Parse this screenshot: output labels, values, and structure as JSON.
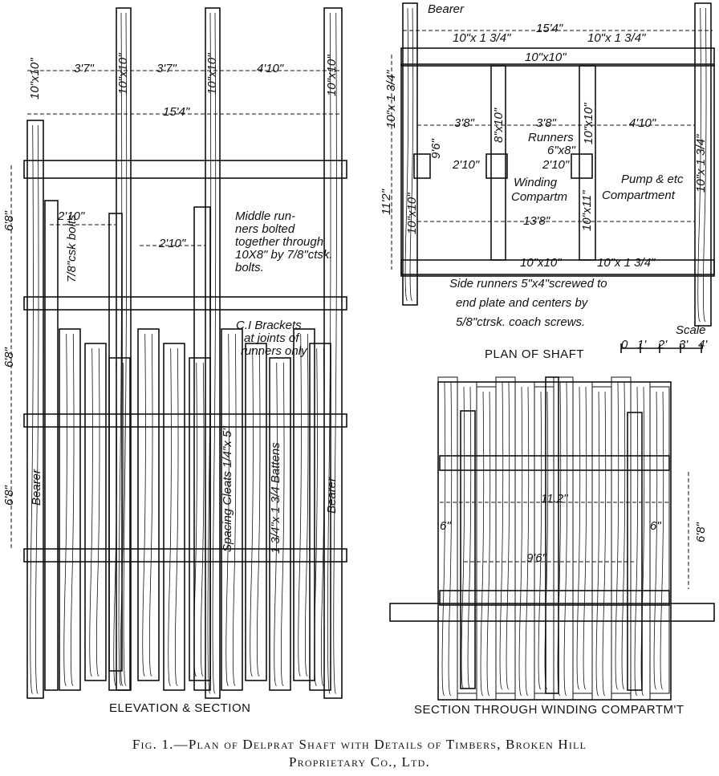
{
  "elevation": {
    "caption": "ELEVATION & SECTION",
    "top_spacings": [
      "3'7\"",
      "3'7\"",
      "4'10\""
    ],
    "post_size": "10\"x10\"",
    "overall_width": "15'4\"",
    "set_spacings": [
      "6'8\"",
      "6'8\"",
      "6'8\""
    ],
    "runner_spacings": [
      "2'10\"",
      "2'10\""
    ],
    "bolts_note": "7/8\"csk bolts",
    "middle_runners_note": [
      "Middle run-",
      "ners bolted",
      "together through",
      "10X8\" by 7/8\"ctsk.",
      "bolts."
    ],
    "brackets_note": [
      "C.I Brackets",
      "at joints of",
      "runners only"
    ],
    "bearer": "Bearer",
    "spacing_cleats": "Spacing Cleats 1/4\"x 5\"",
    "battens": "1 3/4\"x 1 3/4 Battens"
  },
  "plan": {
    "caption": "PLAN OF SHAFT",
    "bearer": "Bearer",
    "overall_width": "15'4\"",
    "top_sizes": [
      "10\"x 1 3/4\"",
      "10\"x 1 3/4\"",
      "10\"x10\""
    ],
    "bottom_sizes": [
      "10\"x10\"",
      "10\"x 1 3/4\""
    ],
    "compartment_widths": [
      "3'8\"",
      "3'8\"",
      "4'10\""
    ],
    "runner_sizes": [
      "8\"x10\"",
      "10\"x10\""
    ],
    "runners_label": "Runners",
    "runner_detail": "6\"x8\"",
    "runner_gaps": [
      "2'10\"",
      "2'10\""
    ],
    "depth": "9'6\"",
    "overall_depth": "11'2\"",
    "inner_width": "13'8\"",
    "end_plate_sizes": [
      "10\"x 1 3/4\"",
      "10\"x10\"",
      "10\"x11\"",
      "10\"x 1 3/4\""
    ],
    "winding": [
      "Winding",
      "Compartm"
    ],
    "pump": [
      "Pump & etc",
      "Compartment"
    ],
    "side_runners_note": [
      "Side runners 5\"x4\"screwed to",
      "end plate and centers by",
      "5/8\"ctrsk. coach screws."
    ],
    "scale_title": "Scale",
    "scale_ticks": [
      "0",
      "1'",
      "2'",
      "3'",
      "4'"
    ]
  },
  "section": {
    "caption": "SECTION THROUGH WINDING COMPARTM'T",
    "width": "11.2\"",
    "inner": "9'6\"",
    "height": "6'8\"",
    "side_gaps": [
      "6\"",
      "6\""
    ]
  },
  "figure_caption": {
    "line1": "Fig. 1.—Plan of Delprat Shaft with Details of Timbers, Broken Hill",
    "line2": "Proprietary Co., Ltd."
  }
}
